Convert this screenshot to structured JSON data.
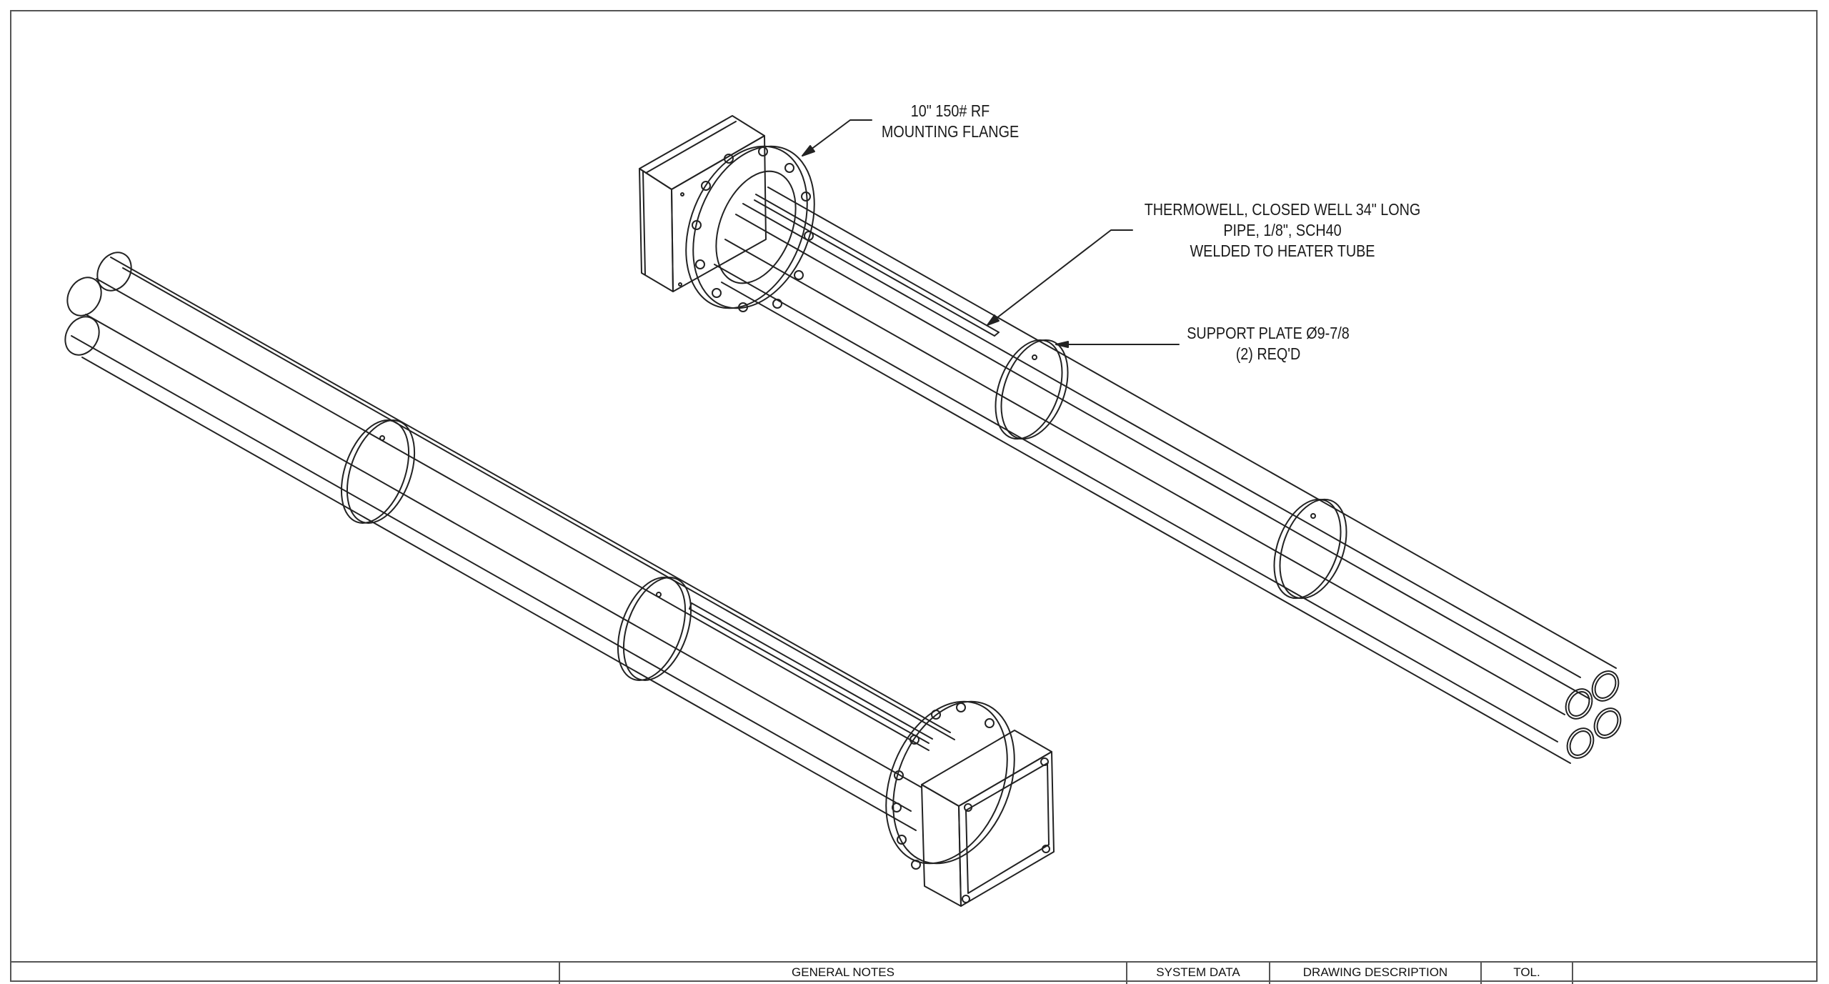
{
  "callouts": {
    "flange": [
      "10\" 150# RF",
      "MOUNTING FLANGE"
    ],
    "thermowell": [
      "THERMOWELL, CLOSED WELL 34\" LONG",
      "PIPE, 1/8\", SCH40",
      "WELDED TO HEATER TUBE"
    ],
    "support_plate": [
      "SUPPORT PLATE Ø9-7/8",
      "(2) REQ'D"
    ]
  },
  "title_block": {
    "general_notes": "GENERAL NOTES",
    "system_data": "SYSTEM DATA",
    "drawing_description": "DRAWING DESCRIPTION",
    "tol": "TOL."
  },
  "colors": {
    "line": "#222222",
    "border": "#555555",
    "background": "#ffffff"
  }
}
